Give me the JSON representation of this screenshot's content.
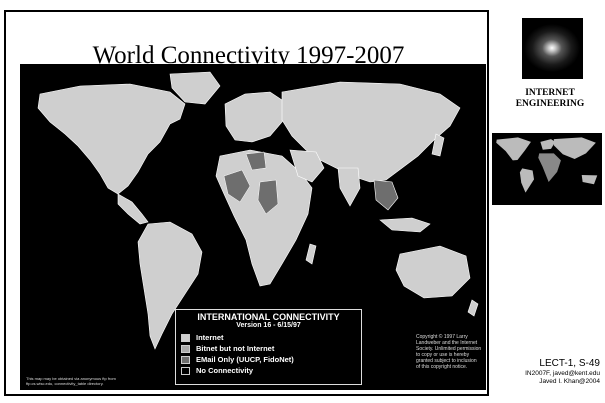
{
  "slide": {
    "title": "World Connectivity 1997-2007",
    "brand_line1": "INTERNET",
    "brand_line2": "ENGINEERING",
    "footer_line1": "LECT-1, S-49",
    "footer_line2": "IN2007F, javed@kent.edu",
    "footer_line3": "Javed I. Khan@2004"
  },
  "map": {
    "legend_title": "INTERNATIONAL CONNECTIVITY",
    "legend_version": "Version 16 - 6/15/97",
    "legend_items": [
      {
        "label": "Internet",
        "color": "#cfcfcf"
      },
      {
        "label": "Bitnet but not Internet",
        "color": "#a9a9a9"
      },
      {
        "label": "EMail Only (UUCP, FidoNet)",
        "color": "#6e6e6e"
      },
      {
        "label": "No Connectivity",
        "color": "#000000"
      }
    ],
    "copyright": "Copyright © 1997 Larry Landweber and the Internet Society. Unlimited permission to copy or use is hereby granted subject to inclusion of this copyright notice.",
    "note": "This map may be obtained via anonymous ftp from ftp.cs.wisc.edu, connectivity_table directory."
  },
  "colors": {
    "background": "#ffffff",
    "map_background": "#000000",
    "internet": "#cfcfcf",
    "email_only": "#6e6e6e"
  }
}
